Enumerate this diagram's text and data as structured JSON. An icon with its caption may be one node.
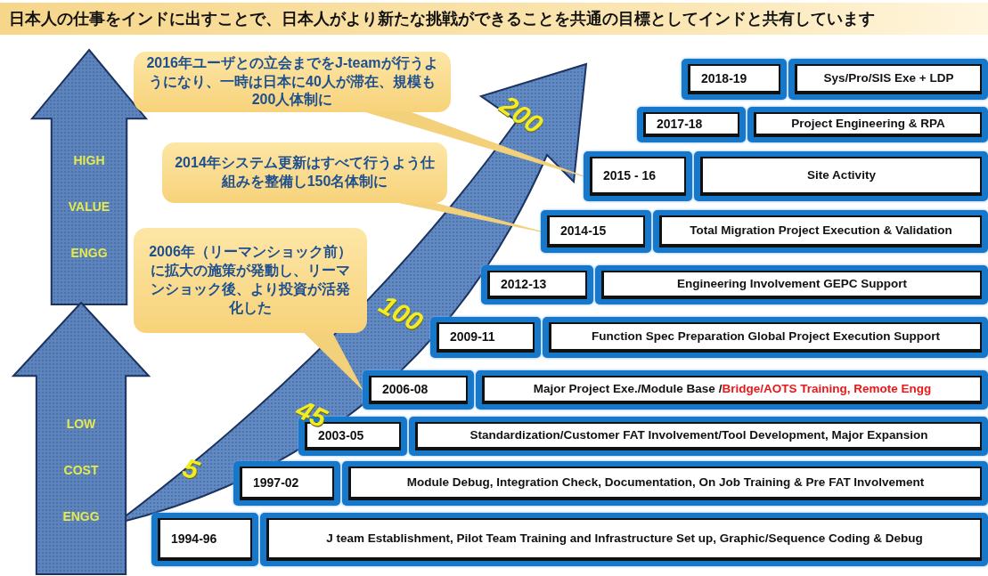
{
  "diagram": {
    "title": "日本人の仕事をインドに出すことで、日本人がより新たな挑戦ができることを共通の目標としてインドと共有しています",
    "nodes": [
      {
        "text": [
          "HIGH",
          "VALUE",
          "ENGG"
        ]
      },
      {
        "text": [
          "LOW",
          "COST",
          "ENGG"
        ]
      },
      {
        "text": [
          "2016年ユーザとの立会までをJ-teamが行うようになり、一時は日本に40人が滞在、規模も200人体制に"
        ]
      },
      {
        "text": [
          "2014年システム更新はすべて行うよう仕組みを整備し150名体制に"
        ]
      },
      {
        "text": [
          "2006年（リーマンショック前）に拡大の施策が発動し、リーマンショック後、より投資が活発化した"
        ]
      },
      {
        "text": [
          "2018-19"
        ]
      },
      {
        "text": [
          "Sys/Pro/SIS Exe + LDP"
        ]
      },
      {
        "text": [
          "2017-18"
        ]
      },
      {
        "text": [
          "Project Engineering & RPA"
        ]
      },
      {
        "text": [
          "2015 - 16"
        ]
      },
      {
        "text": [
          "Site Activity"
        ]
      },
      {
        "text": [
          "2014-15"
        ]
      },
      {
        "text": [
          "Total Migration Project Execution & Validation"
        ]
      },
      {
        "text": [
          "2012-13"
        ]
      },
      {
        "text": [
          "Engineering Involvement GEPC Support"
        ]
      },
      {
        "text": [
          "2009-11"
        ]
      },
      {
        "text": [
          "Function Spec Preparation Global Project Execution Support"
        ]
      },
      {
        "text": [
          "2006-08"
        ]
      },
      {
        "text": [
          "Major Project Exe./Module Base /",
          "Bridge/AOTS Training, Remote Engg"
        ]
      },
      {
        "text": [
          "2003-05"
        ]
      },
      {
        "text": [
          "Standardization/Customer FAT Involvement/Tool Development, Major Expansion"
        ]
      },
      {
        "text": [
          "1997-02"
        ]
      },
      {
        "text": [
          "Module Debug, Integration Check, Documentation, On Job Training & Pre FAT Involvement"
        ]
      },
      {
        "text": [
          "1994-96"
        ]
      },
      {
        "text": [
          "J team Establishment, Pilot Team Training and Infrastructure Set up, Graphic/Sequence Coding & Debug"
        ]
      }
    ],
    "edges": [
      {
        "from": 2,
        "to": 9,
        "arrow": "none"
      },
      {
        "from": 3,
        "to": 11,
        "arrow": "none"
      },
      {
        "from": 4,
        "to": 17,
        "arrow": "none"
      }
    ],
    "labels": [
      "200",
      "100",
      "45",
      "5"
    ]
  }
}
